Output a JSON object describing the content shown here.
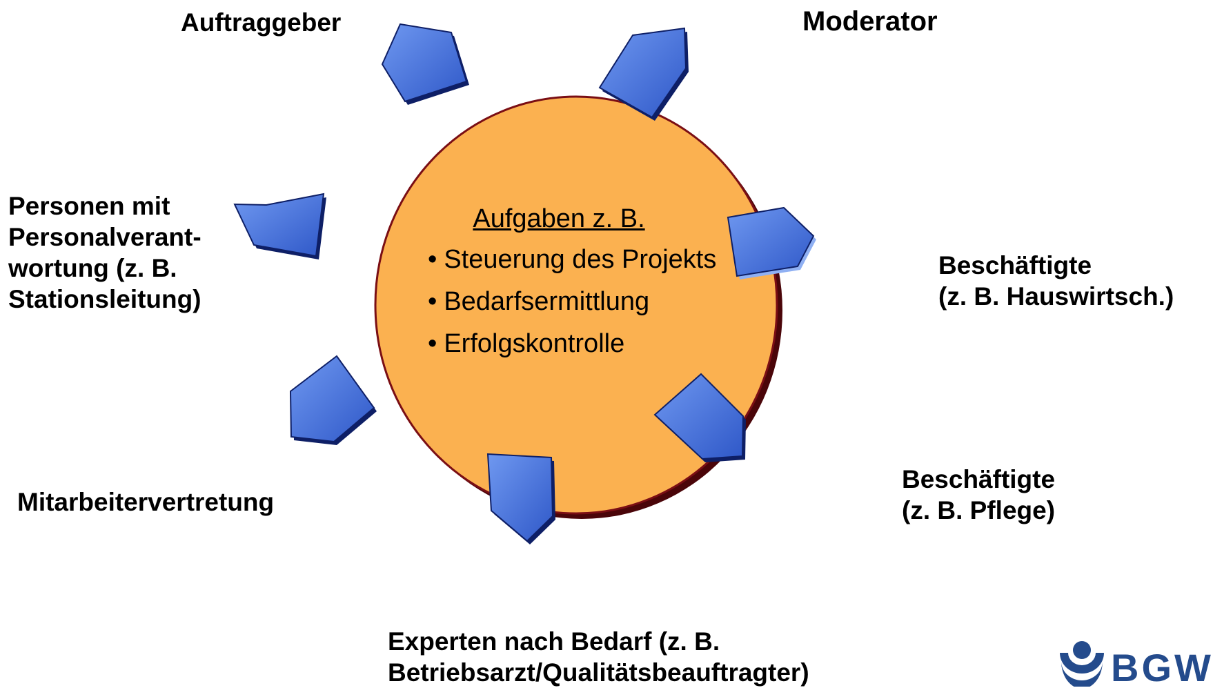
{
  "center": {
    "title": "Aufgaben z. B.",
    "items": [
      {
        "text": "Steuerung des Projekts"
      },
      {
        "text": "Bedarfsermittlung"
      },
      {
        "text": "Erfolgskontrolle"
      }
    ]
  },
  "participants": {
    "auftraggeber": {
      "lines": [
        "Auftraggeber"
      ]
    },
    "moderator": {
      "lines": [
        "Moderator"
      ]
    },
    "personen": {
      "lines": [
        "Personen mit",
        "Personalverant-",
        "wortung (z. B.",
        "Stationsleitung)"
      ]
    },
    "beschaeftigte_hw": {
      "lines": [
        "Beschäftigte",
        "(z. B. Hauswirtsch.)"
      ]
    },
    "mitarbeiter": {
      "lines": [
        "Mitarbeitervertretung"
      ]
    },
    "beschaeftigte_pflege": {
      "lines": [
        "Beschäftigte",
        "(z. B. Pflege)"
      ]
    },
    "experten": {
      "lines": [
        "Experten nach Bedarf (z. B.",
        "Betriebsarzt/Qualitätsbeauftragter)"
      ]
    }
  },
  "logo": {
    "text": "BGW",
    "color": "#244b8c"
  },
  "colors": {
    "table_fill": "#fbb150",
    "table_edge": "#7a0e14",
    "chair_fill": "#4b79e6",
    "chair_edge": "#0e1f66",
    "chair_shadow": "#8fb0f3"
  }
}
